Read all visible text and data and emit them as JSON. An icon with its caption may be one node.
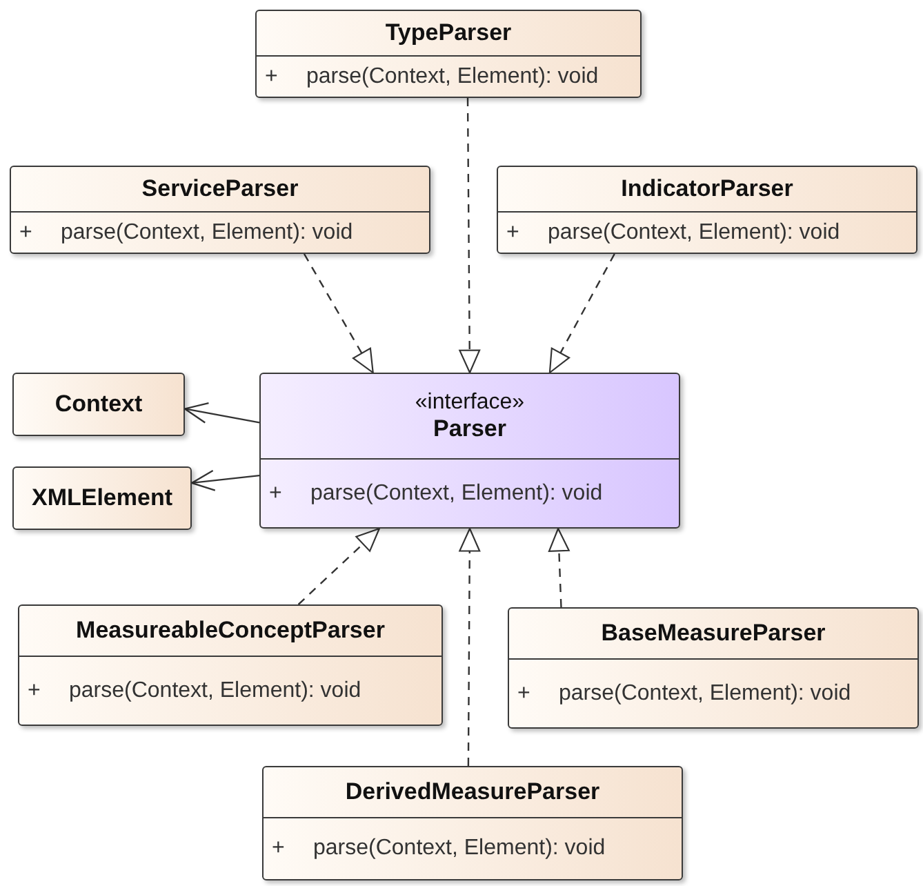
{
  "diagram": {
    "nodes": [
      {
        "text": [
          "TypeParser",
          "+",
          "parse(Context, Element): void"
        ]
      },
      {
        "text": [
          "ServiceParser",
          "+",
          "parse(Context, Element): void"
        ]
      },
      {
        "text": [
          "IndicatorParser",
          "+",
          "parse(Context, Element): void"
        ]
      },
      {
        "text": [
          "«interface»",
          "Parser",
          "+",
          "parse(Context, Element): void"
        ]
      },
      {
        "text": [
          "Context"
        ]
      },
      {
        "text": [
          "XMLElement"
        ]
      },
      {
        "text": [
          "MeasureableConceptParser",
          "+",
          "parse(Context, Element): void"
        ]
      },
      {
        "text": [
          "BaseMeasureParser",
          "+",
          "parse(Context, Element): void"
        ]
      },
      {
        "text": [
          "DerivedMeasureParser",
          "+",
          "parse(Context, Element): void"
        ]
      }
    ],
    "edges": [
      {
        "from": 0,
        "to": 3,
        "arrow": "to",
        "style": "dashed"
      },
      {
        "from": 1,
        "to": 3,
        "arrow": "to",
        "style": "dashed"
      },
      {
        "from": 2,
        "to": 3,
        "arrow": "to",
        "style": "dashed"
      },
      {
        "from": 3,
        "to": 4,
        "arrow": "to"
      },
      {
        "from": 3,
        "to": 5,
        "arrow": "to"
      },
      {
        "from": 6,
        "to": 3,
        "arrow": "to",
        "style": "dashed"
      },
      {
        "from": 7,
        "to": 3,
        "arrow": "to",
        "style": "dashed"
      },
      {
        "from": 8,
        "to": 3,
        "arrow": "to",
        "style": "dashed"
      }
    ]
  }
}
